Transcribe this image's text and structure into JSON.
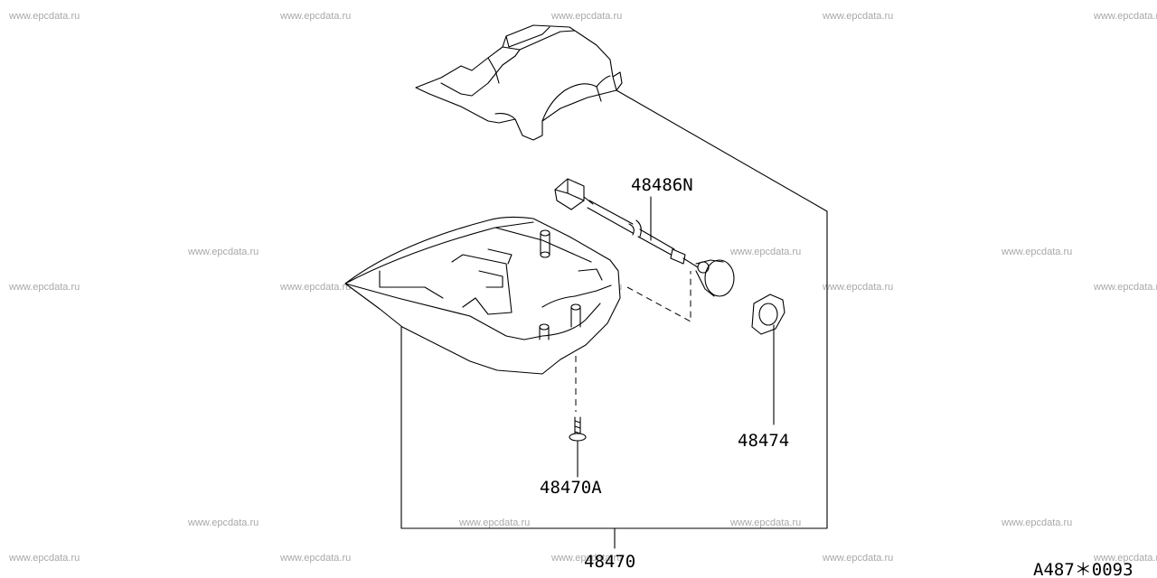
{
  "watermark": "www.epcdata.ru",
  "parts": {
    "column_cover_lower": "48470",
    "screw": "48470A",
    "bezel_gasket": "48474",
    "illumination_harness": "48486N"
  },
  "ref_code": "A487＊0093",
  "colors": {
    "line": "#000000",
    "background": "#ffffff",
    "watermark": "#a8a8a8"
  }
}
